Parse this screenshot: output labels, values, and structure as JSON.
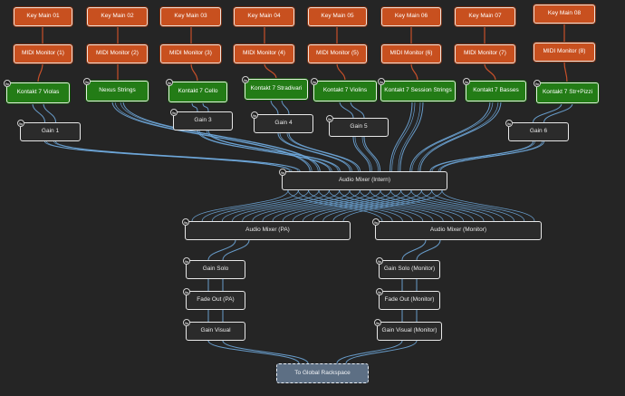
{
  "nodes": {
    "key1": {
      "label": "Key Main 01"
    },
    "key2": {
      "label": "Key Main 02"
    },
    "key3": {
      "label": "Key Main 03"
    },
    "key4": {
      "label": "Key Main 04"
    },
    "key5": {
      "label": "Key Main 05"
    },
    "key6": {
      "label": "Key Main 06"
    },
    "key7": {
      "label": "Key Main 07"
    },
    "key8": {
      "label": "Key Main 08"
    },
    "mon1": {
      "label": "MIDI Monitor (1)"
    },
    "mon2": {
      "label": "MIDI Monitor (2)"
    },
    "mon3": {
      "label": "MIDI Monitor (3)"
    },
    "mon4": {
      "label": "MIDI Monitor (4)"
    },
    "mon5": {
      "label": "MIDI Monitor (5)"
    },
    "mon6": {
      "label": "MIDI Monitor (6)"
    },
    "mon7": {
      "label": "MIDI Monitor (7)"
    },
    "mon8": {
      "label": "MIDI Monitor (8)"
    },
    "inst1": {
      "label": "Kontakt 7 Violas"
    },
    "inst2": {
      "label": "Nexus Strings"
    },
    "inst3": {
      "label": "Kontakt 7 Cello"
    },
    "inst4": {
      "label": "Kontakt 7 Stradivari"
    },
    "inst5": {
      "label": "Kontakt 7 Violins"
    },
    "inst6": {
      "label": "Kontakt 7 Session Strings"
    },
    "inst7": {
      "label": "Kontakt 7 Basses"
    },
    "inst8": {
      "label": "Kontakt 7 Str+Pizzi"
    },
    "gain1": {
      "label": "Gain 1"
    },
    "gain3": {
      "label": "Gain 3"
    },
    "gain4": {
      "label": "Gain 4"
    },
    "gain5": {
      "label": "Gain 5"
    },
    "gain6": {
      "label": "Gain 6"
    },
    "mixer_intern": {
      "label": "Audio Mixer (Intern)"
    },
    "mixer_pa": {
      "label": "Audio Mixer (PA)"
    },
    "mixer_mon": {
      "label": "Audio Mixer (Monitor)"
    },
    "solo_pa": {
      "label": "Gain Solo"
    },
    "fade_pa": {
      "label": "Fade Out (PA)"
    },
    "visual_pa": {
      "label": "Gain Visual"
    },
    "solo_mon": {
      "label": "Gain Solo (Monitor)"
    },
    "fade_mon": {
      "label": "Fade Out (Monitor)"
    },
    "visual_mon": {
      "label": "Gain Visual (Monitor)"
    },
    "global": {
      "label": "To Global Rackspace"
    }
  },
  "badge_glyph": "⇆",
  "colors": {
    "background": "#252525",
    "midi_block": "#c8501f",
    "instrument_block": "#237c16",
    "audio_block": "#2b2b2b",
    "global_block": "#5d6f84",
    "audio_wire": "#6fa8dc",
    "midi_wire": "#d9552a"
  }
}
